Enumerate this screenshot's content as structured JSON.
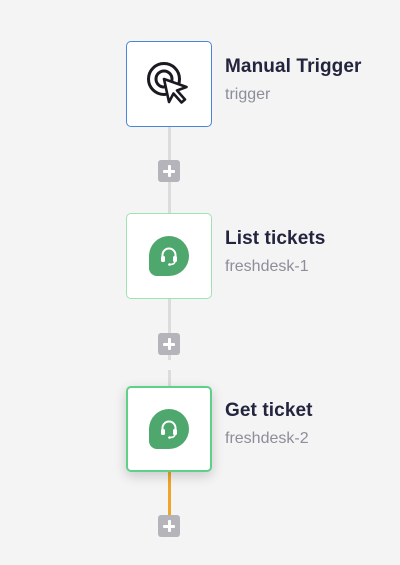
{
  "workflow": {
    "nodes": [
      {
        "title": "Manual Trigger",
        "subtitle": "trigger",
        "icon": "cursor-click-icon"
      },
      {
        "title": "List tickets",
        "subtitle": "freshdesk-1",
        "icon": "freshdesk-icon"
      },
      {
        "title": "Get ticket",
        "subtitle": "freshdesk-2",
        "icon": "freshdesk-icon"
      }
    ]
  },
  "colors": {
    "background": "#f4f4f4",
    "trigger_border": "#4a86d8",
    "app_border": "#9ee2b3",
    "selected_border": "#5fd08a",
    "freshdesk_green": "#4ea76c",
    "active_connector": "#f0a52a",
    "add_button": "#b4b4ba",
    "title_text": "#23243d",
    "subtitle_text": "#8c8e99"
  }
}
